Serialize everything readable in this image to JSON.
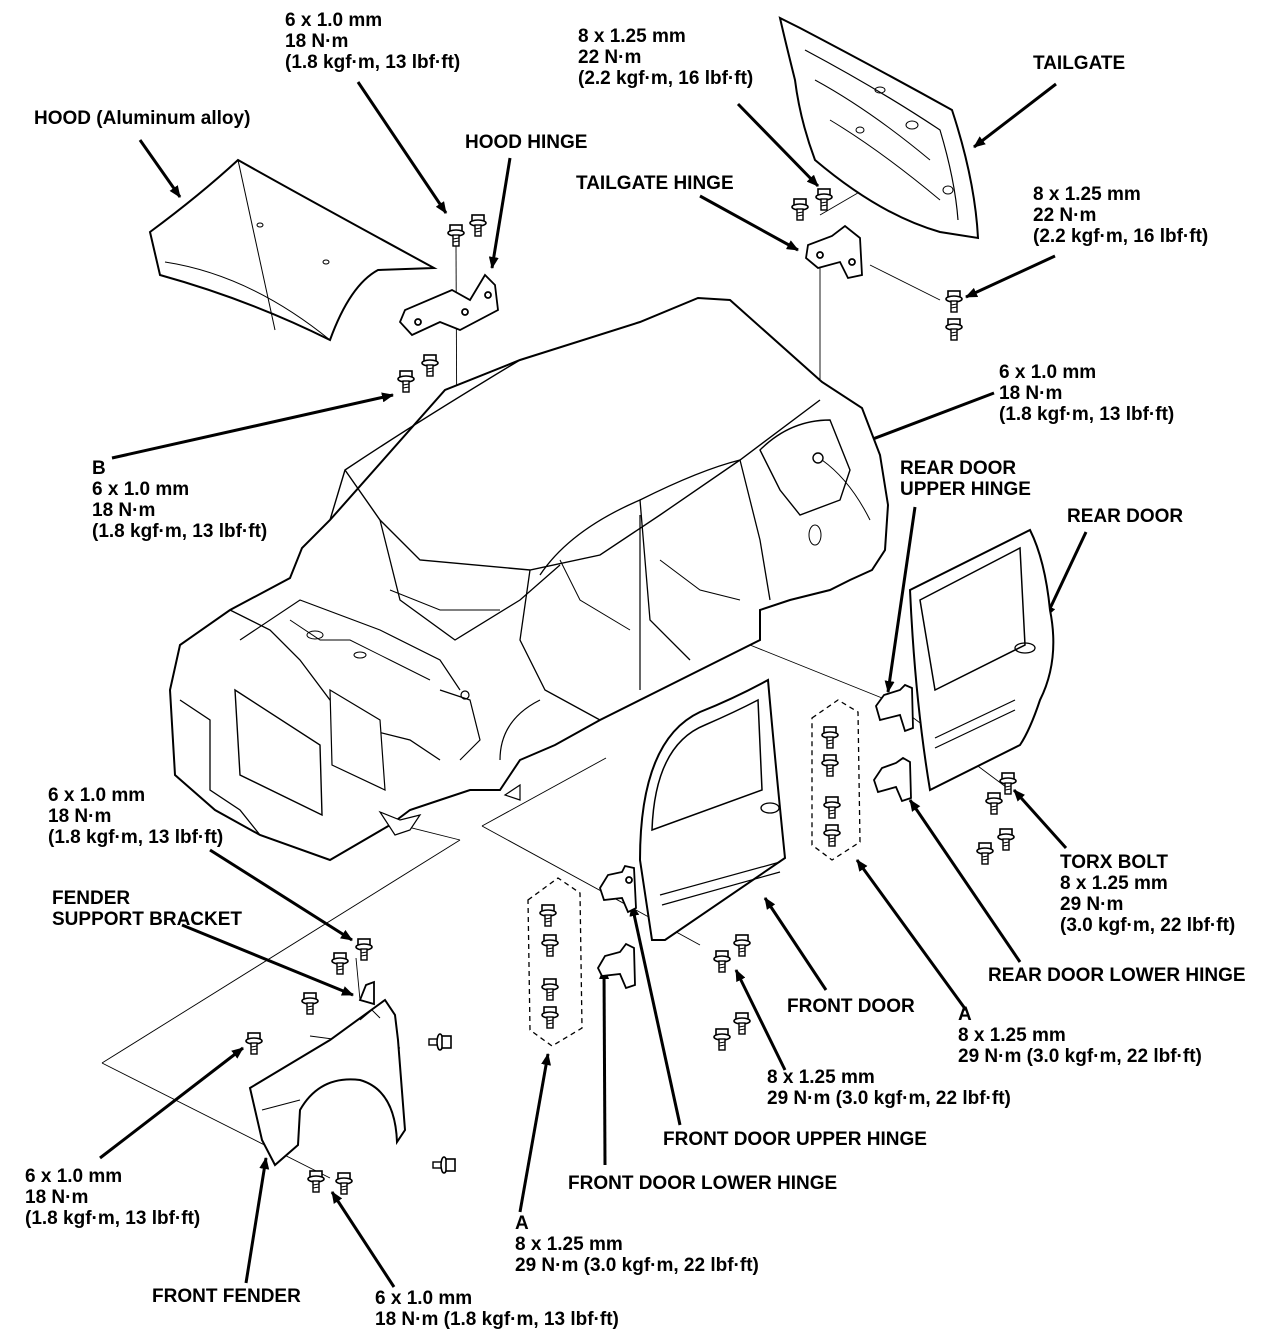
{
  "labels": {
    "hood_bolt_spec": {
      "size": "6 x 1.0 mm",
      "torque": "18 N·m",
      "torque_alt": "(1.8 kgf·m, 13 lbf·ft)"
    },
    "hood": "HOOD (Aluminum alloy)",
    "hood_hinge": "HOOD HINGE",
    "tailgate_hinge_bolt_spec": {
      "size": "8 x 1.25 mm",
      "torque": "22 N·m",
      "torque_alt": "(2.2 kgf·m, 16 lbf·ft)"
    },
    "tailgate": "TAILGATE",
    "tailgate_hinge": "TAILGATE HINGE",
    "tailgate_side_bolt_spec": {
      "size": "8 x 1.25 mm",
      "torque": "22 N·m",
      "torque_alt": "(2.2 kgf·m, 16 lbf·ft)"
    },
    "tailgate_stud_spec": {
      "size": "6 x 1.0 mm",
      "torque": "18 N·m",
      "torque_alt": "(1.8 kgf·m, 13 lbf·ft)"
    },
    "bolt_b_spec": {
      "ref": "B",
      "size": "6 x 1.0 mm",
      "torque": "18 N·m",
      "torque_alt": "(1.8 kgf·m, 13 lbf·ft)"
    },
    "rear_door_upper_hinge": [
      "REAR DOOR",
      "UPPER HINGE"
    ],
    "rear_door": "REAR DOOR",
    "fender_bracket_bolt_spec": {
      "size": "6 x 1.0 mm",
      "torque": "18 N·m",
      "torque_alt": "(1.8 kgf·m, 13 lbf·ft)"
    },
    "fender_support_bracket": [
      "FENDER",
      "SUPPORT BRACKET"
    ],
    "torx_bolt": {
      "name": "TORX BOLT",
      "size": "8 x 1.25 mm",
      "torque": "29 N·m",
      "torque_alt": "(3.0 kgf·m, 22 lbf·ft)"
    },
    "rear_door_lower_hinge": "REAR DOOR LOWER HINGE",
    "front_door": "FRONT DOOR",
    "rear_hinge_bolt_a_spec": {
      "ref": "A",
      "size": "8 x 1.25 mm",
      "torque": "29 N·m (3.0 kgf·m, 22 lbf·ft)"
    },
    "front_door_bolt_spec": {
      "size": "8 x 1.25 mm",
      "torque": "29 N·m (3.0 kgf·m, 22 lbf·ft)"
    },
    "front_door_upper_hinge": "FRONT DOOR UPPER HINGE",
    "front_door_lower_hinge": "FRONT DOOR LOWER HINGE",
    "fender_left_bolt_spec": {
      "size": "6 x 1.0 mm",
      "torque": "18 N·m",
      "torque_alt": "(1.8 kgf·m, 13 lbf·ft)"
    },
    "front_hinge_bolt_a_spec": {
      "ref": "A",
      "size": "8 x 1.25 mm",
      "torque": "29 N·m (3.0 kgf·m, 22 lbf·ft)"
    },
    "front_fender": "FRONT FENDER",
    "fender_lower_bolt_spec": {
      "size": "6 x 1.0 mm",
      "torque": "18 N·m (1.8 kgf·m, 13 lbf·ft)"
    }
  }
}
